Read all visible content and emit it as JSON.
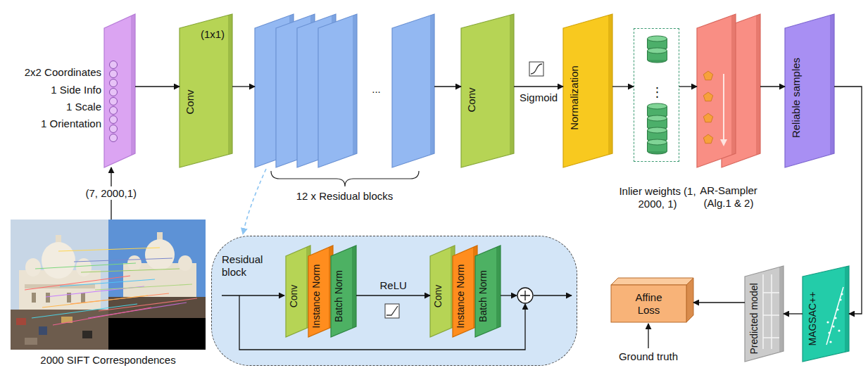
{
  "diagram": {
    "nodes": [
      {
        "text": [
          "2x2 Coordinates",
          "1 Side Info",
          "1 Scale",
          "1 Orientation"
        ]
      },
      {
        "text": [
          "(1x1)",
          "Conv"
        ]
      },
      {
        "text": [
          "...",
          "12 x Residual blocks"
        ]
      },
      {
        "text": [
          "Conv"
        ]
      },
      {
        "text": [
          "Normalization"
        ]
      },
      {
        "text": [
          "⋮",
          "Inlier weights (1, 2000, 1)"
        ]
      },
      {
        "text": [
          "AR-Sampler (Alg.1 & 2)"
        ]
      },
      {
        "text": [
          "Reliable samples"
        ]
      },
      {
        "text": [
          "2000 SIFT Correspondences"
        ]
      },
      {
        "text": [
          "Residual block"
        ]
      },
      {
        "text": [
          "Conv"
        ],
        "in": 9
      },
      {
        "text": [
          "Instance Norm"
        ],
        "in": 9
      },
      {
        "text": [
          "Batch Norm"
        ],
        "in": 9
      },
      {
        "text": [
          "Conv"
        ],
        "in": 9
      },
      {
        "text": [
          "Instance Norm"
        ],
        "in": 9
      },
      {
        "text": [
          "Batch Norm"
        ],
        "in": 9
      },
      {
        "text": [
          "Affine Loss"
        ]
      },
      {
        "text": [
          "Predicted model"
        ]
      },
      {
        "text": [
          "MAGSAC++"
        ]
      }
    ],
    "edges": [
      {
        "from": 8,
        "to": 0,
        "arrow": "to",
        "label": "(7, 2000,1)"
      },
      {
        "from": 0,
        "to": 1,
        "arrow": "to"
      },
      {
        "from": 1,
        "to": 2,
        "arrow": "to"
      },
      {
        "from": 2,
        "to": 3,
        "arrow": "to"
      },
      {
        "from": 3,
        "to": 4,
        "arrow": "to",
        "label": "Sigmoid"
      },
      {
        "from": 4,
        "to": 5,
        "arrow": "to"
      },
      {
        "from": 5,
        "to": 6,
        "arrow": "to"
      },
      {
        "from": 6,
        "to": 7,
        "arrow": "to"
      },
      {
        "from": 7,
        "to": 18,
        "arrow": "to"
      },
      {
        "from": 18,
        "to": 17,
        "arrow": "to"
      },
      {
        "from": 17,
        "to": 16,
        "arrow": "to"
      },
      {
        "from": 2,
        "to": 9,
        "arrow": "to"
      },
      {
        "from": 12,
        "to": 13,
        "arrow": "to",
        "label": "ReLU"
      }
    ],
    "labels": [
      "Ground truth"
    ]
  }
}
